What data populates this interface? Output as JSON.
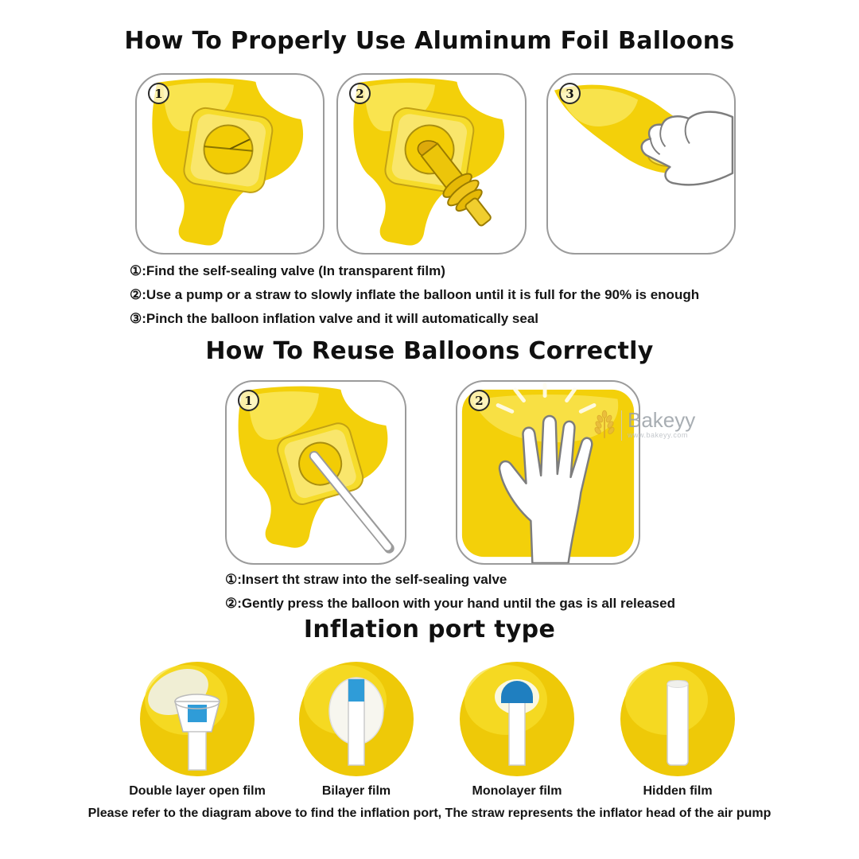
{
  "section1": {
    "title": "How To Properly Use Aluminum Foil Balloons",
    "panels": [
      {
        "number": "1"
      },
      {
        "number": "2"
      },
      {
        "number": "3"
      }
    ],
    "steps": [
      "①:Find the self-sealing valve (In transparent film)",
      "②:Use a pump or a straw to slowly inflate the balloon until it is full for the 90% is enough",
      "③:Pinch the balloon inflation valve and it will automatically seal"
    ]
  },
  "section2": {
    "title": "How To Reuse Balloons Correctly",
    "panels": [
      {
        "number": "1"
      },
      {
        "number": "2"
      }
    ],
    "steps": [
      "①:Insert tht straw into the self-sealing valve",
      "②:Gently press the balloon with your hand until the gas is all released"
    ],
    "watermark": {
      "brand": "Bakeyy",
      "url": "www.bakeyy.com"
    }
  },
  "section3": {
    "title": "Inflation port type",
    "ports": [
      {
        "label": "Double layer open film"
      },
      {
        "label": "Bilayer film"
      },
      {
        "label": "Monolayer film"
      },
      {
        "label": "Hidden film"
      }
    ],
    "footnote": "Please refer to the diagram above to find the inflation port, The straw represents the inflator head of the air pump"
  },
  "colors": {
    "balloon_yellow": "#F3D00A",
    "balloon_highlight": "#F9E75C",
    "valve_blue": "#2F9CD8",
    "panel_border": "#9B9B9B",
    "text": "#141414"
  }
}
